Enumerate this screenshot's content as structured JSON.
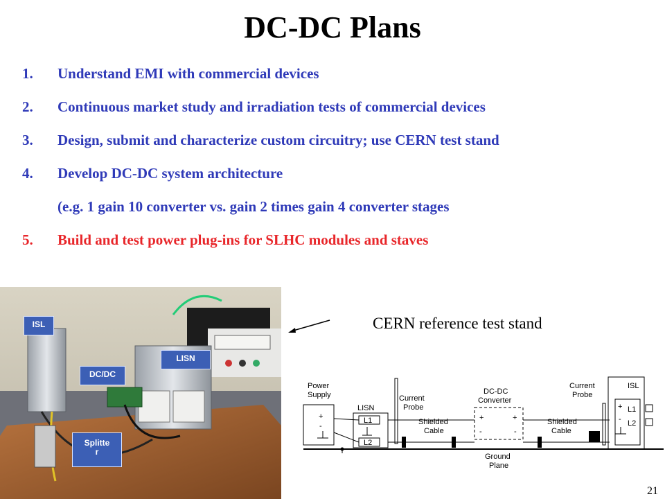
{
  "slide": {
    "title": "DC-DC Plans",
    "page_number": "21",
    "items": [
      {
        "num": "1.",
        "text": "Understand EMI with commercial devices"
      },
      {
        "num": "2.",
        "text": "Continuous market study and irradiation tests of commercial devices"
      },
      {
        "num": "3.",
        "text": "Design, submit and characterize custom circuitry; use CERN test stand"
      },
      {
        "num": "4.",
        "text": "Develop DC-DC system architecture"
      },
      {
        "num": "",
        "text": "(e.g. 1 gain 10 converter vs. gain 2 times gain 4 converter stages"
      },
      {
        "num": "5.",
        "text": "Build and test power plug-ins for SLHC modules and staves"
      }
    ],
    "colors": {
      "list": "#2f3ab8",
      "highlight": "#e8262a"
    }
  },
  "photo": {
    "labels": {
      "isl": "ISL",
      "lisn": "LISN",
      "dcdc": "DC/DC",
      "splitter_line1": "Splitte",
      "splitter_line2": "r"
    }
  },
  "caption": "CERN reference test stand",
  "diagram": {
    "power_supply_1": "Power",
    "power_supply_2": "Supply",
    "lisn": "LISN",
    "l1": "L1",
    "l2": "L2",
    "current_probe_1": "Current",
    "current_probe_2": "Probe",
    "shielded_cable_1": "Shielded",
    "shielded_cable_2": "Cable",
    "dcdc_1": "DC-DC",
    "dcdc_2": "Converter",
    "ground_1": "Ground",
    "ground_2": "Plane",
    "isl": "ISL",
    "plus": "+",
    "minus": "-"
  }
}
